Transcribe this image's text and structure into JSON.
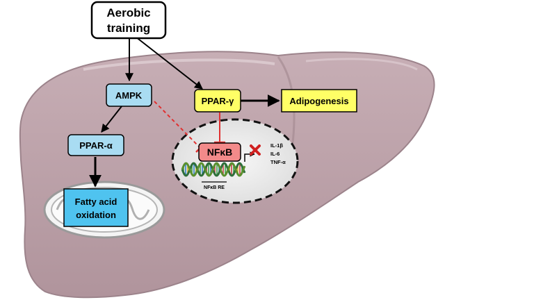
{
  "nodes": {
    "aerobic_line1": "Aerobic",
    "aerobic_line2": "training",
    "ampk": "AMPK",
    "ppar_gamma": "PPAR-γ",
    "adipogenesis": "Adipogenesis",
    "ppar_alpha": "PPAR-α",
    "nfkb": "NFκB",
    "fatty_line1": "Fatty acid",
    "fatty_line2": "oxidation",
    "nfkb_re": "NFκB RE",
    "il1b": "IL-1β",
    "il6": "IL-6",
    "tnfa": "TNF-α"
  },
  "colors": {
    "liver_fill": "#bba0a8",
    "liver_stroke": "#9c838b",
    "blue_box": "#a9dcf2",
    "blue_box_dark": "#4fc3ef",
    "yellow_box": "#ffff66",
    "nfkb_box": "#f28a8a",
    "inhibit_red": "#e03030",
    "nucleus_fill": "#f2f2f2"
  },
  "edges": [
    {
      "from": "Aerobic training",
      "to": "AMPK",
      "type": "activate"
    },
    {
      "from": "Aerobic training",
      "to": "PPAR-γ",
      "type": "activate"
    },
    {
      "from": "PPAR-γ",
      "to": "Adipogenesis",
      "type": "activate"
    },
    {
      "from": "PPAR-γ",
      "to": "NFκB",
      "type": "inhibit"
    },
    {
      "from": "AMPK",
      "to": "NFκB",
      "type": "inhibit-dashed"
    },
    {
      "from": "AMPK",
      "to": "PPAR-α",
      "type": "activate"
    },
    {
      "from": "PPAR-α",
      "to": "Fatty acid oxidation",
      "type": "activate"
    }
  ]
}
